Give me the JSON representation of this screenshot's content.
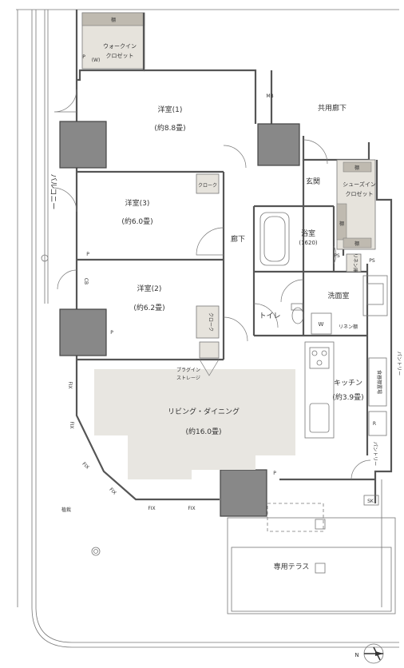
{
  "rooms": {
    "western1": {
      "name": "洋室(1)",
      "size": "(約8.8畳)"
    },
    "western3": {
      "name": "洋室(3)",
      "size": "(約6.0畳)"
    },
    "western2": {
      "name": "洋室(2)",
      "size": "(約6.2畳)"
    },
    "living": {
      "name": "リビング・ダイニング",
      "size": "(約16.0畳)"
    },
    "kitchen": {
      "name": "キッチン",
      "size": "(約3.9畳)"
    },
    "bath": {
      "name": "浴室",
      "size": "(1620)"
    },
    "entrance": {
      "name": "玄関"
    },
    "corridor": {
      "name": "廊下"
    },
    "washroom": {
      "name": "洗面室"
    },
    "toilet": {
      "name": "トイレ"
    },
    "terrace": {
      "name": "専用テラス"
    },
    "common_corridor": {
      "name": "共用廊下"
    },
    "balcony": {
      "name": "バルコニー"
    },
    "planting": {
      "name": "植栽"
    }
  },
  "storage": {
    "walkin_shelf": "棚",
    "walkin_line1": "ウォークイン",
    "walkin_line2": "クロゼット",
    "walkin_w": "(W)",
    "shoesin_shelf_top": "棚",
    "shoesin_line1": "シューズイン",
    "shoesin_line2": "クロゼット",
    "shoesin_shelf_left": "棚",
    "shoesin_shelf_bottom": "棚",
    "closet3": "クローク",
    "closet2": "クローク",
    "plugin_line1": "プラグイン",
    "plugin_line2": "ストレージ",
    "linen": "リネン庫",
    "linen_shelf": "リネン棚",
    "pantry_right": "パントリー",
    "pantry_small": "パントリー",
    "food_storage": "食器棚置場"
  },
  "fixtures": {
    "mb": "MB",
    "p": "P",
    "cb": "CB",
    "ps": "PS",
    "w": "W",
    "r": "R",
    "sk": "SK",
    "fix": "FIX",
    "north": "N"
  }
}
